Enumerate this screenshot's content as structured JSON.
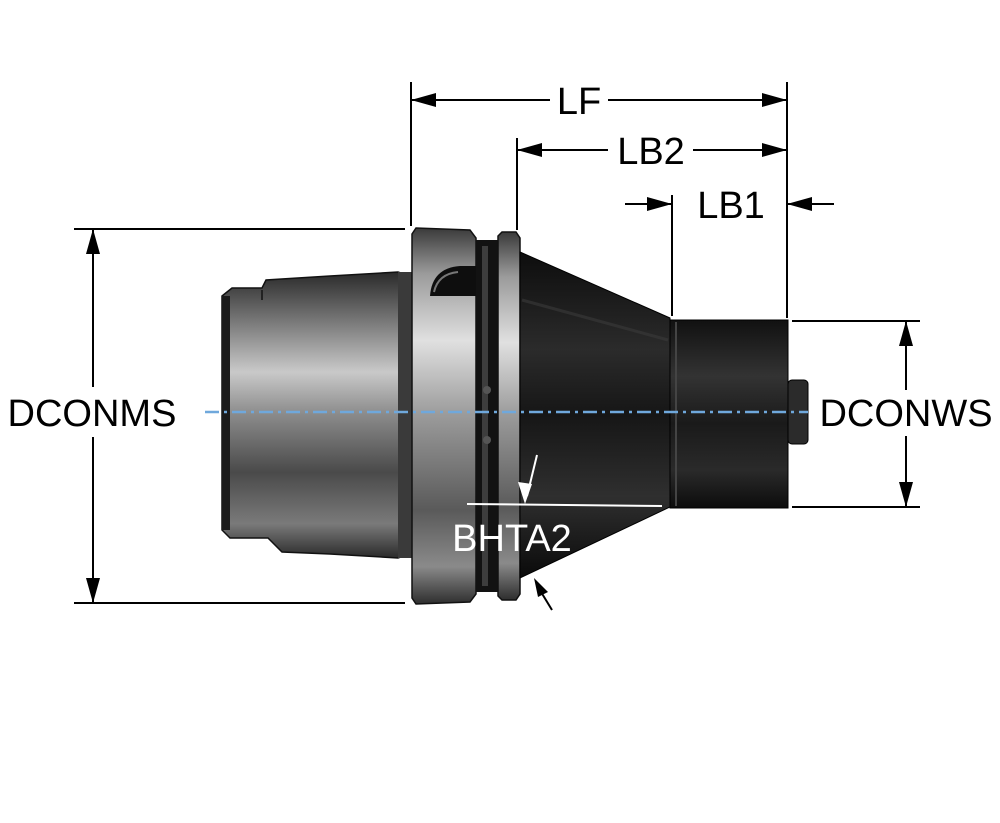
{
  "diagram": {
    "labels": {
      "lf": "LF",
      "lb2": "LB2",
      "lb1": "LB1",
      "dconms": "DCONMS",
      "dconws": "DCONWS",
      "bhta2": "BHTA2"
    },
    "colors": {
      "axis": "#6fa8dc",
      "dimension": "#000000",
      "body_dark": "#1a1a1a",
      "body_mid": "#6a6a6a",
      "body_light": "#d0d0d0"
    }
  }
}
